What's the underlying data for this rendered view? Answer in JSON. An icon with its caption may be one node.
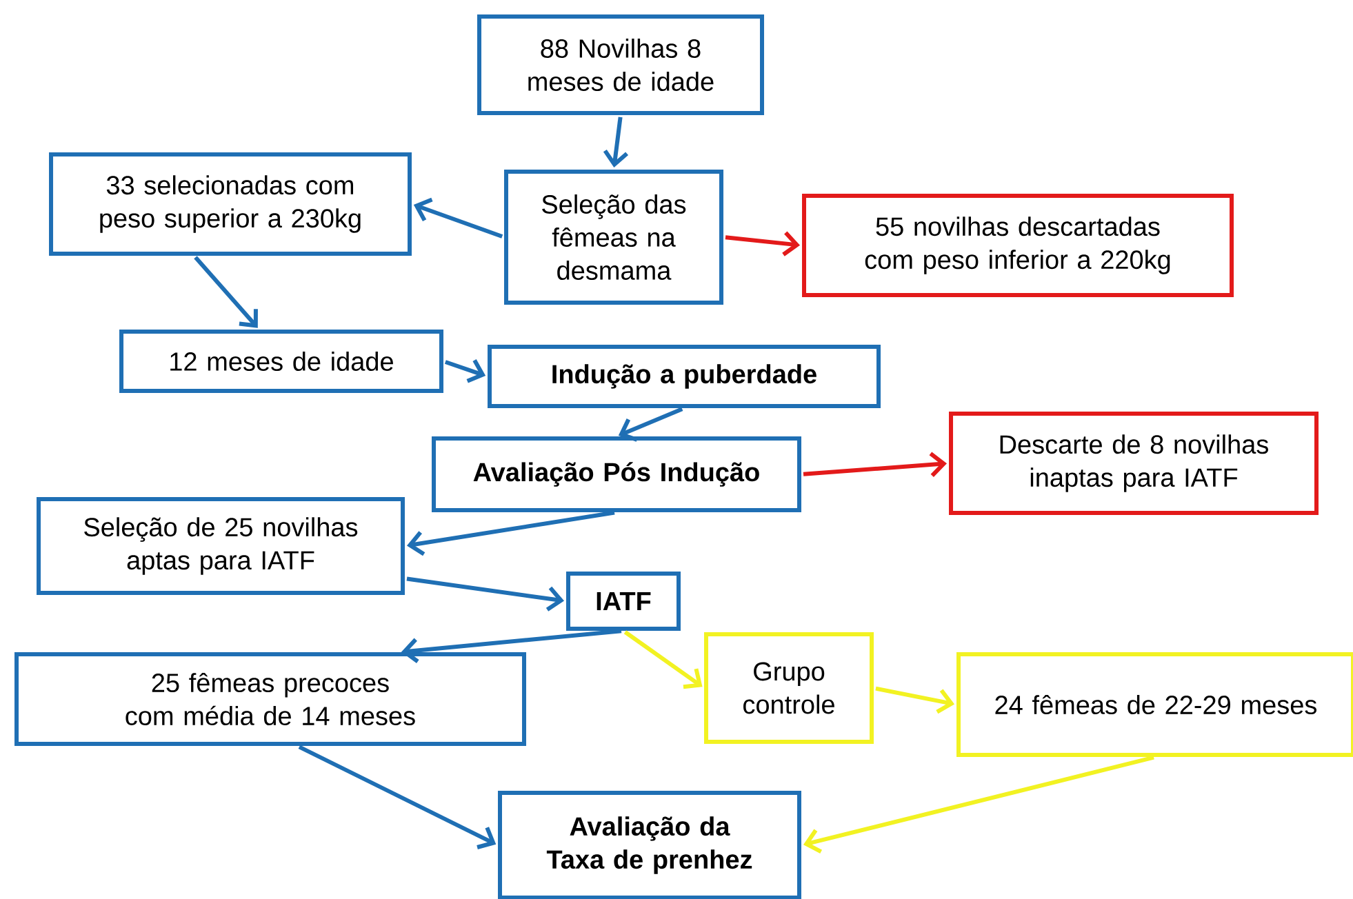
{
  "diagram": {
    "nodes": [
      {
        "text": [
          "88 Novilhas 8 meses de idade"
        ]
      },
      {
        "text": [
          "Seleção das fêmeas na desmama"
        ]
      },
      {
        "text": [
          "33 selecionadas com peso superior a 230kg"
        ]
      },
      {
        "text": [
          "55 novilhas descartadas com peso inferior a 220kg"
        ]
      },
      {
        "text": [
          "12 meses de idade"
        ]
      },
      {
        "text": [
          "Indução a puberdade"
        ]
      },
      {
        "text": [
          "Avaliação Pós Indução"
        ]
      },
      {
        "text": [
          "Descarte de 8 novilhas inaptas para IATF"
        ]
      },
      {
        "text": [
          "Seleção de 25 novilhas aptas para IATF"
        ]
      },
      {
        "text": [
          "IATF"
        ]
      },
      {
        "text": [
          "25 fêmeas precoces com média de 14 meses"
        ]
      },
      {
        "text": [
          "Grupo controle"
        ]
      },
      {
        "text": [
          "24 fêmeas de 22-29 meses"
        ]
      },
      {
        "text": [
          "Avaliação da Taxa de prenhez"
        ]
      }
    ],
    "edges": [
      {
        "from": 0,
        "to": 1,
        "arrow": "to"
      },
      {
        "from": 1,
        "to": 2,
        "arrow": "to"
      },
      {
        "from": 2,
        "to": 4,
        "arrow": "to"
      },
      {
        "from": 1,
        "to": 3,
        "arrow": "to",
        "color": "#e31a1a"
      },
      {
        "from": 4,
        "to": 5,
        "arrow": "to"
      },
      {
        "from": 5,
        "to": 6,
        "arrow": "to"
      },
      {
        "from": 6,
        "to": 7,
        "arrow": "to",
        "color": "#e31a1a"
      },
      {
        "from": 6,
        "to": 8,
        "arrow": "to"
      },
      {
        "from": 8,
        "to": 9,
        "arrow": "to"
      },
      {
        "from": 9,
        "to": 10,
        "arrow": "to"
      },
      {
        "from": 9,
        "to": 11,
        "arrow": "to",
        "color": "#f2f222"
      },
      {
        "from": 11,
        "to": 12,
        "arrow": "to",
        "color": "#f2f222"
      },
      {
        "from": 10,
        "to": 13,
        "arrow": "to"
      },
      {
        "from": 12,
        "to": 13,
        "arrow": "to",
        "color": "#f2f222"
      }
    ]
  }
}
